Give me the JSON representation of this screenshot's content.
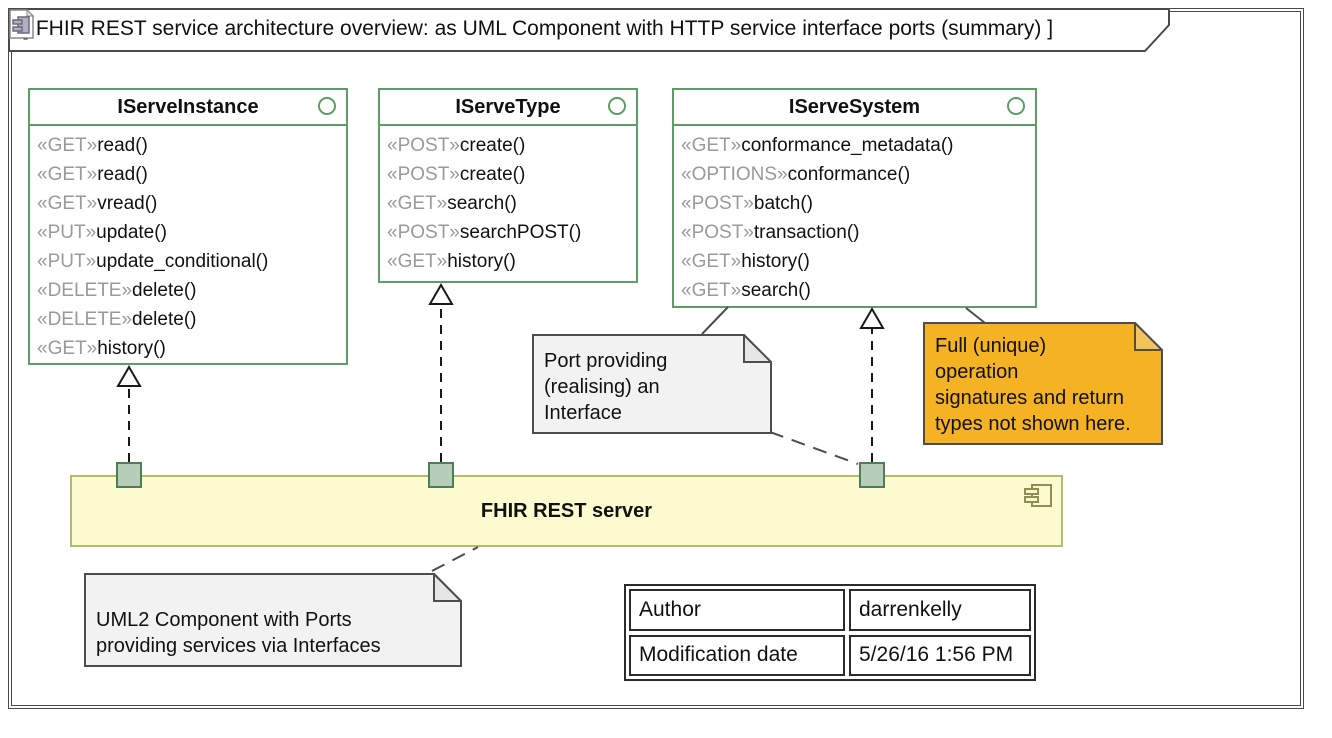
{
  "frame_title": {
    "bracket_open": "[",
    "text": "FHIR REST service architecture overview: as UML Component with HTTP service interface ports (summary)",
    "bracket_close": "]"
  },
  "interfaces": [
    {
      "name": "IServeInstance",
      "ops": [
        {
          "st": "«GET»",
          "op": "read()"
        },
        {
          "st": "«GET»",
          "op": "read()"
        },
        {
          "st": "«GET»",
          "op": "vread()"
        },
        {
          "st": "«PUT»",
          "op": "update()"
        },
        {
          "st": "«PUT»",
          "op": "update_conditional()"
        },
        {
          "st": "«DELETE»",
          "op": "delete()"
        },
        {
          "st": "«DELETE»",
          "op": "delete()"
        },
        {
          "st": "«GET»",
          "op": "history()"
        }
      ]
    },
    {
      "name": "IServeType",
      "ops": [
        {
          "st": "«POST»",
          "op": "create()"
        },
        {
          "st": "«POST»",
          "op": "create()"
        },
        {
          "st": "«GET»",
          "op": "search()"
        },
        {
          "st": "«POST»",
          "op": "searchPOST()"
        },
        {
          "st": "«GET»",
          "op": "history()"
        }
      ]
    },
    {
      "name": "IServeSystem",
      "ops": [
        {
          "st": "«GET»",
          "op": "conformance_metadata()"
        },
        {
          "st": "«OPTIONS»",
          "op": "conformance()"
        },
        {
          "st": "«POST»",
          "op": "batch()"
        },
        {
          "st": "«POST»",
          "op": "transaction()"
        },
        {
          "st": "«GET»",
          "op": "history()"
        },
        {
          "st": "«GET»",
          "op": "search()"
        }
      ]
    }
  ],
  "component": {
    "label": "FHIR REST server"
  },
  "notes": {
    "port_note": {
      "lines": [
        "Port providing",
        "(realising) an Interface"
      ]
    },
    "signature_note": {
      "lines": [
        "Full (unique) operation",
        "signatures and return",
        "types not shown here."
      ]
    },
    "component_note": {
      "lines": [
        "UML2 Component with Ports",
        "providing services via Interfaces"
      ]
    }
  },
  "info_table": {
    "rows": [
      {
        "label": "Author",
        "value": "darrenkelly"
      },
      {
        "label": "Modification date",
        "value": "5/26/16 1:56 PM"
      }
    ]
  },
  "colors": {
    "interface_border_green": "#5f9c68",
    "stereotype_gray": "#9a9a9a",
    "component_fill": "#fbfbcf",
    "component_border": "#b9b96a",
    "port_fill": "#b7cdb9",
    "port_border": "#4e7d57",
    "note_gray_fill": "#f2f2f2",
    "note_orange_fill": "#f5b324",
    "frame_border": "#4a4a4a"
  }
}
